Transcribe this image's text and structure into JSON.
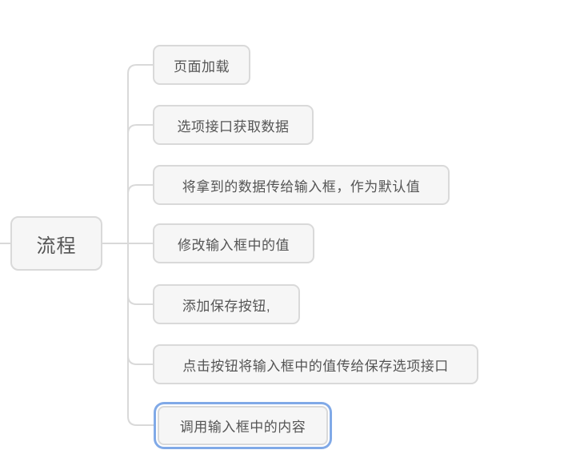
{
  "app": {
    "type": "mindmap-canvas"
  },
  "colors": {
    "canvas_bg": "#ffffff",
    "node_fill": "#f6f6f6",
    "node_border": "#d9d9d9",
    "connector_line": "#d9d9d9",
    "node_text": "#555555",
    "selection_ring": "#80a9e7"
  },
  "mindmap": {
    "root": {
      "label": "流程",
      "selected": false
    },
    "children": [
      {
        "label": "页面加载",
        "selected": false
      },
      {
        "label": "选项接口获取数据",
        "selected": false
      },
      {
        "label": "将拿到的数据传给输入框，作为默认值",
        "selected": false
      },
      {
        "label": "修改输入框中的值",
        "selected": false
      },
      {
        "label": "添加保存按钮,",
        "selected": false
      },
      {
        "label": "点击按钮将输入框中的值传给保存选项接口",
        "selected": false
      },
      {
        "label": "调用输入框中的内容",
        "selected": true
      }
    ]
  }
}
